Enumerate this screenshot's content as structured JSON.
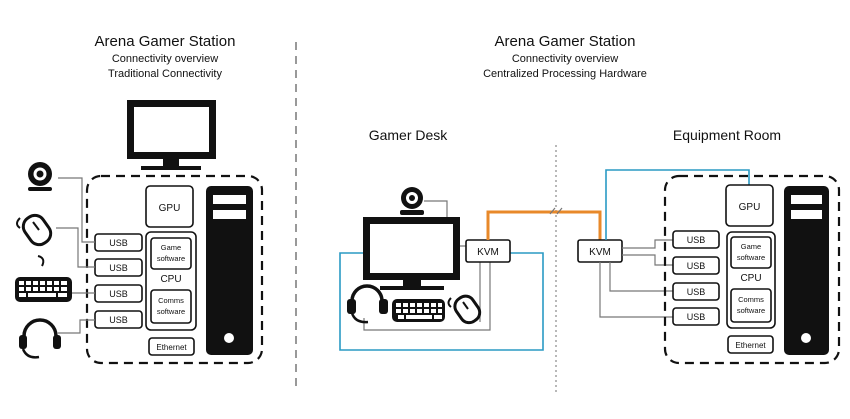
{
  "left": {
    "title": "Arena Gamer Station",
    "subtitle1": "Connectivity overview",
    "subtitle2": "Traditional Connectivity",
    "gpu": "GPU",
    "cpu": "CPU",
    "game_software": [
      "Game",
      "software"
    ],
    "comms_software": [
      "Comms",
      "software"
    ],
    "ethernet": "Ethernet",
    "usb": [
      "USB",
      "USB",
      "USB",
      "USB"
    ]
  },
  "right": {
    "title": "Arena Gamer Station",
    "subtitle1": "Connectivity overview",
    "subtitle2": "Centralized Processing Hardware",
    "desk_label": "Gamer Desk",
    "room_label": "Equipment Room",
    "kvm_desk": "KVM",
    "kvm_room": "KVM",
    "gpu": "GPU",
    "cpu": "CPU",
    "game_software": [
      "Game",
      "software"
    ],
    "comms_software": [
      "Comms",
      "software"
    ],
    "ethernet": "Ethernet",
    "usb": [
      "USB",
      "USB",
      "USB",
      "USB"
    ]
  },
  "colors": {
    "line_blue": "#2a9ac4",
    "line_orange": "#e8892a",
    "stroke": "#111111"
  },
  "icons": [
    "webcam-icon",
    "mouse-icon",
    "keyboard-icon",
    "headset-icon",
    "monitor-icon",
    "pc-tower-icon"
  ]
}
